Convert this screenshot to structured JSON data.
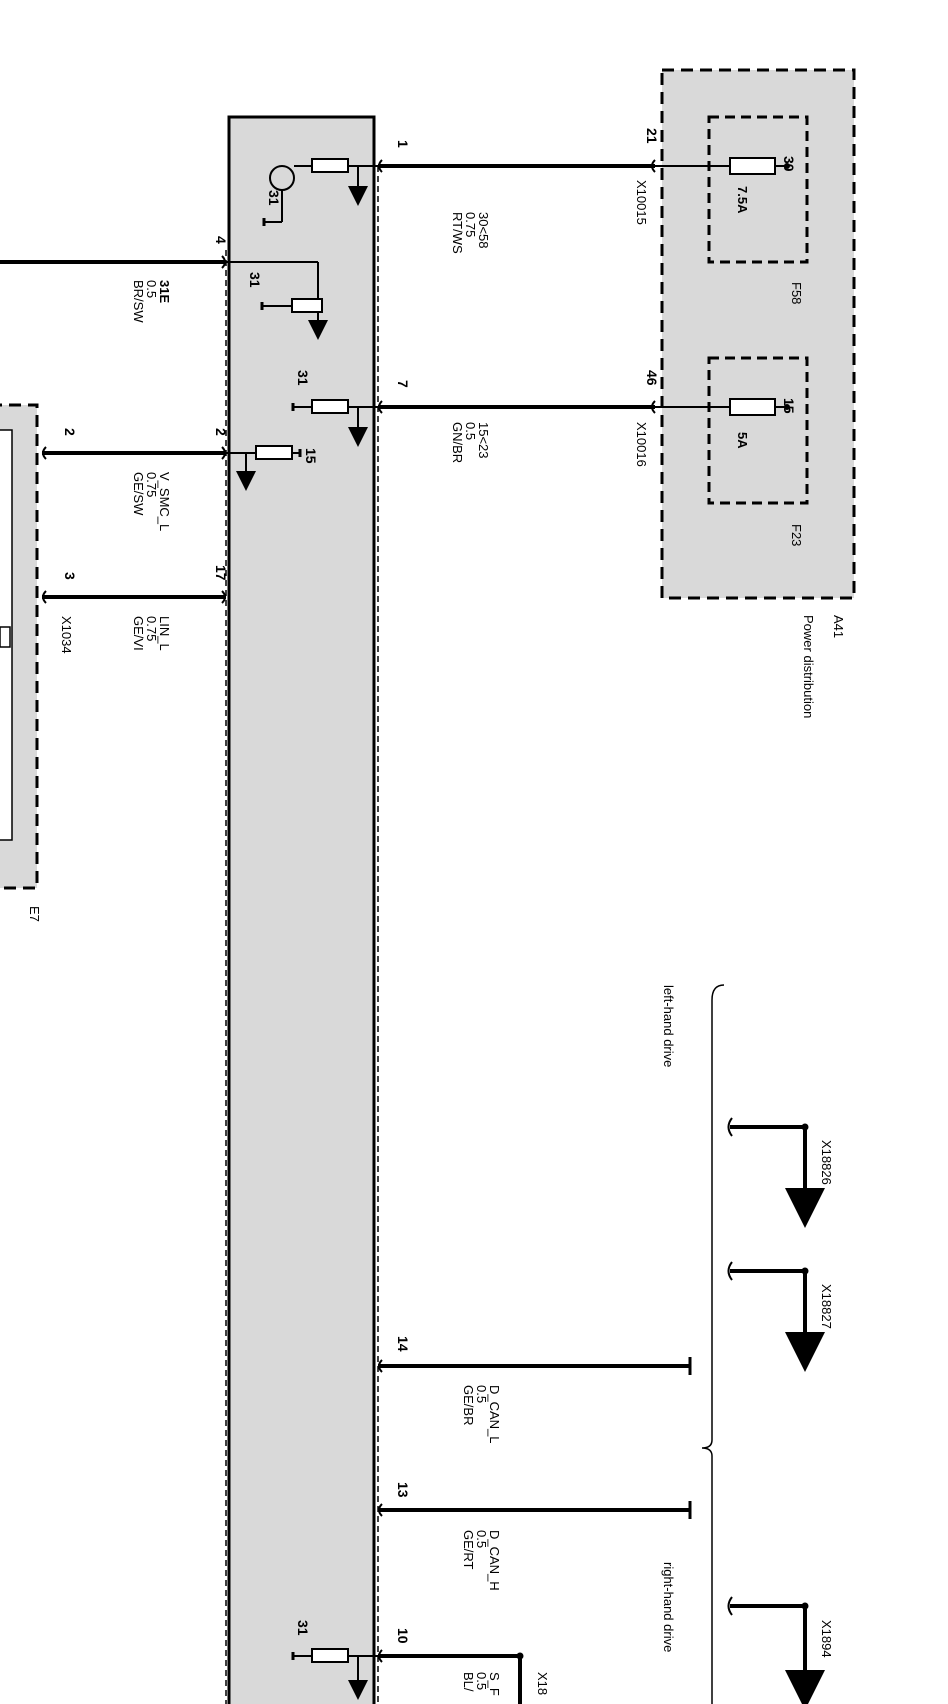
{
  "modules": {
    "a41": {
      "id": "A41",
      "name": "Power distribution"
    },
    "e7": {
      "id": "E7"
    }
  },
  "fuses": [
    {
      "id": "F58",
      "rating": "7.5A",
      "terminal": "30",
      "pin": "21",
      "connector": "X10015"
    },
    {
      "id": "F23",
      "rating": "5A",
      "terminal": "15",
      "pin": "46",
      "connector": "X10016"
    }
  ],
  "wires": {
    "w1": {
      "pin": "1",
      "signal": "30<58",
      "size": "0.75",
      "color": "RT/WS"
    },
    "w7": {
      "pin": "7",
      "signal": "15<23",
      "size": "0.5",
      "color": "GN/BR"
    },
    "w4": {
      "pin": "4",
      "signal": "31E",
      "size": "0.5",
      "color": "BR/SW"
    },
    "w2": {
      "pin_left": "2",
      "pin_right": "2",
      "signal": "V_SMC_L",
      "size": "0.75",
      "color": "GE/SW"
    },
    "w3": {
      "pin_left": "3",
      "pin_right": "17",
      "signal": "LIN_L",
      "size": "0.75",
      "color": "GE/VI",
      "connector": "X1034"
    },
    "w14": {
      "pin": "14",
      "signal": "D_CAN_L",
      "size": "0.5",
      "color": "GE/BR"
    },
    "w13": {
      "pin": "13",
      "signal": "D_CAN_H",
      "size": "0.5",
      "color": "GE/RT"
    },
    "w10": {
      "pin": "10",
      "signal": "S_F",
      "size": "0.5",
      "color": "BL/",
      "connector": "X18"
    }
  },
  "ground_labels": {
    "g1": "31",
    "g4": "31",
    "g7": "31",
    "g10": "31",
    "t2": "15"
  },
  "drive_groups": {
    "left": {
      "label": "left-hand drive",
      "connectors": [
        "X18826",
        "X18827"
      ]
    },
    "right": {
      "label": "right-hand drive",
      "connectors": [
        "X1894"
      ]
    }
  }
}
